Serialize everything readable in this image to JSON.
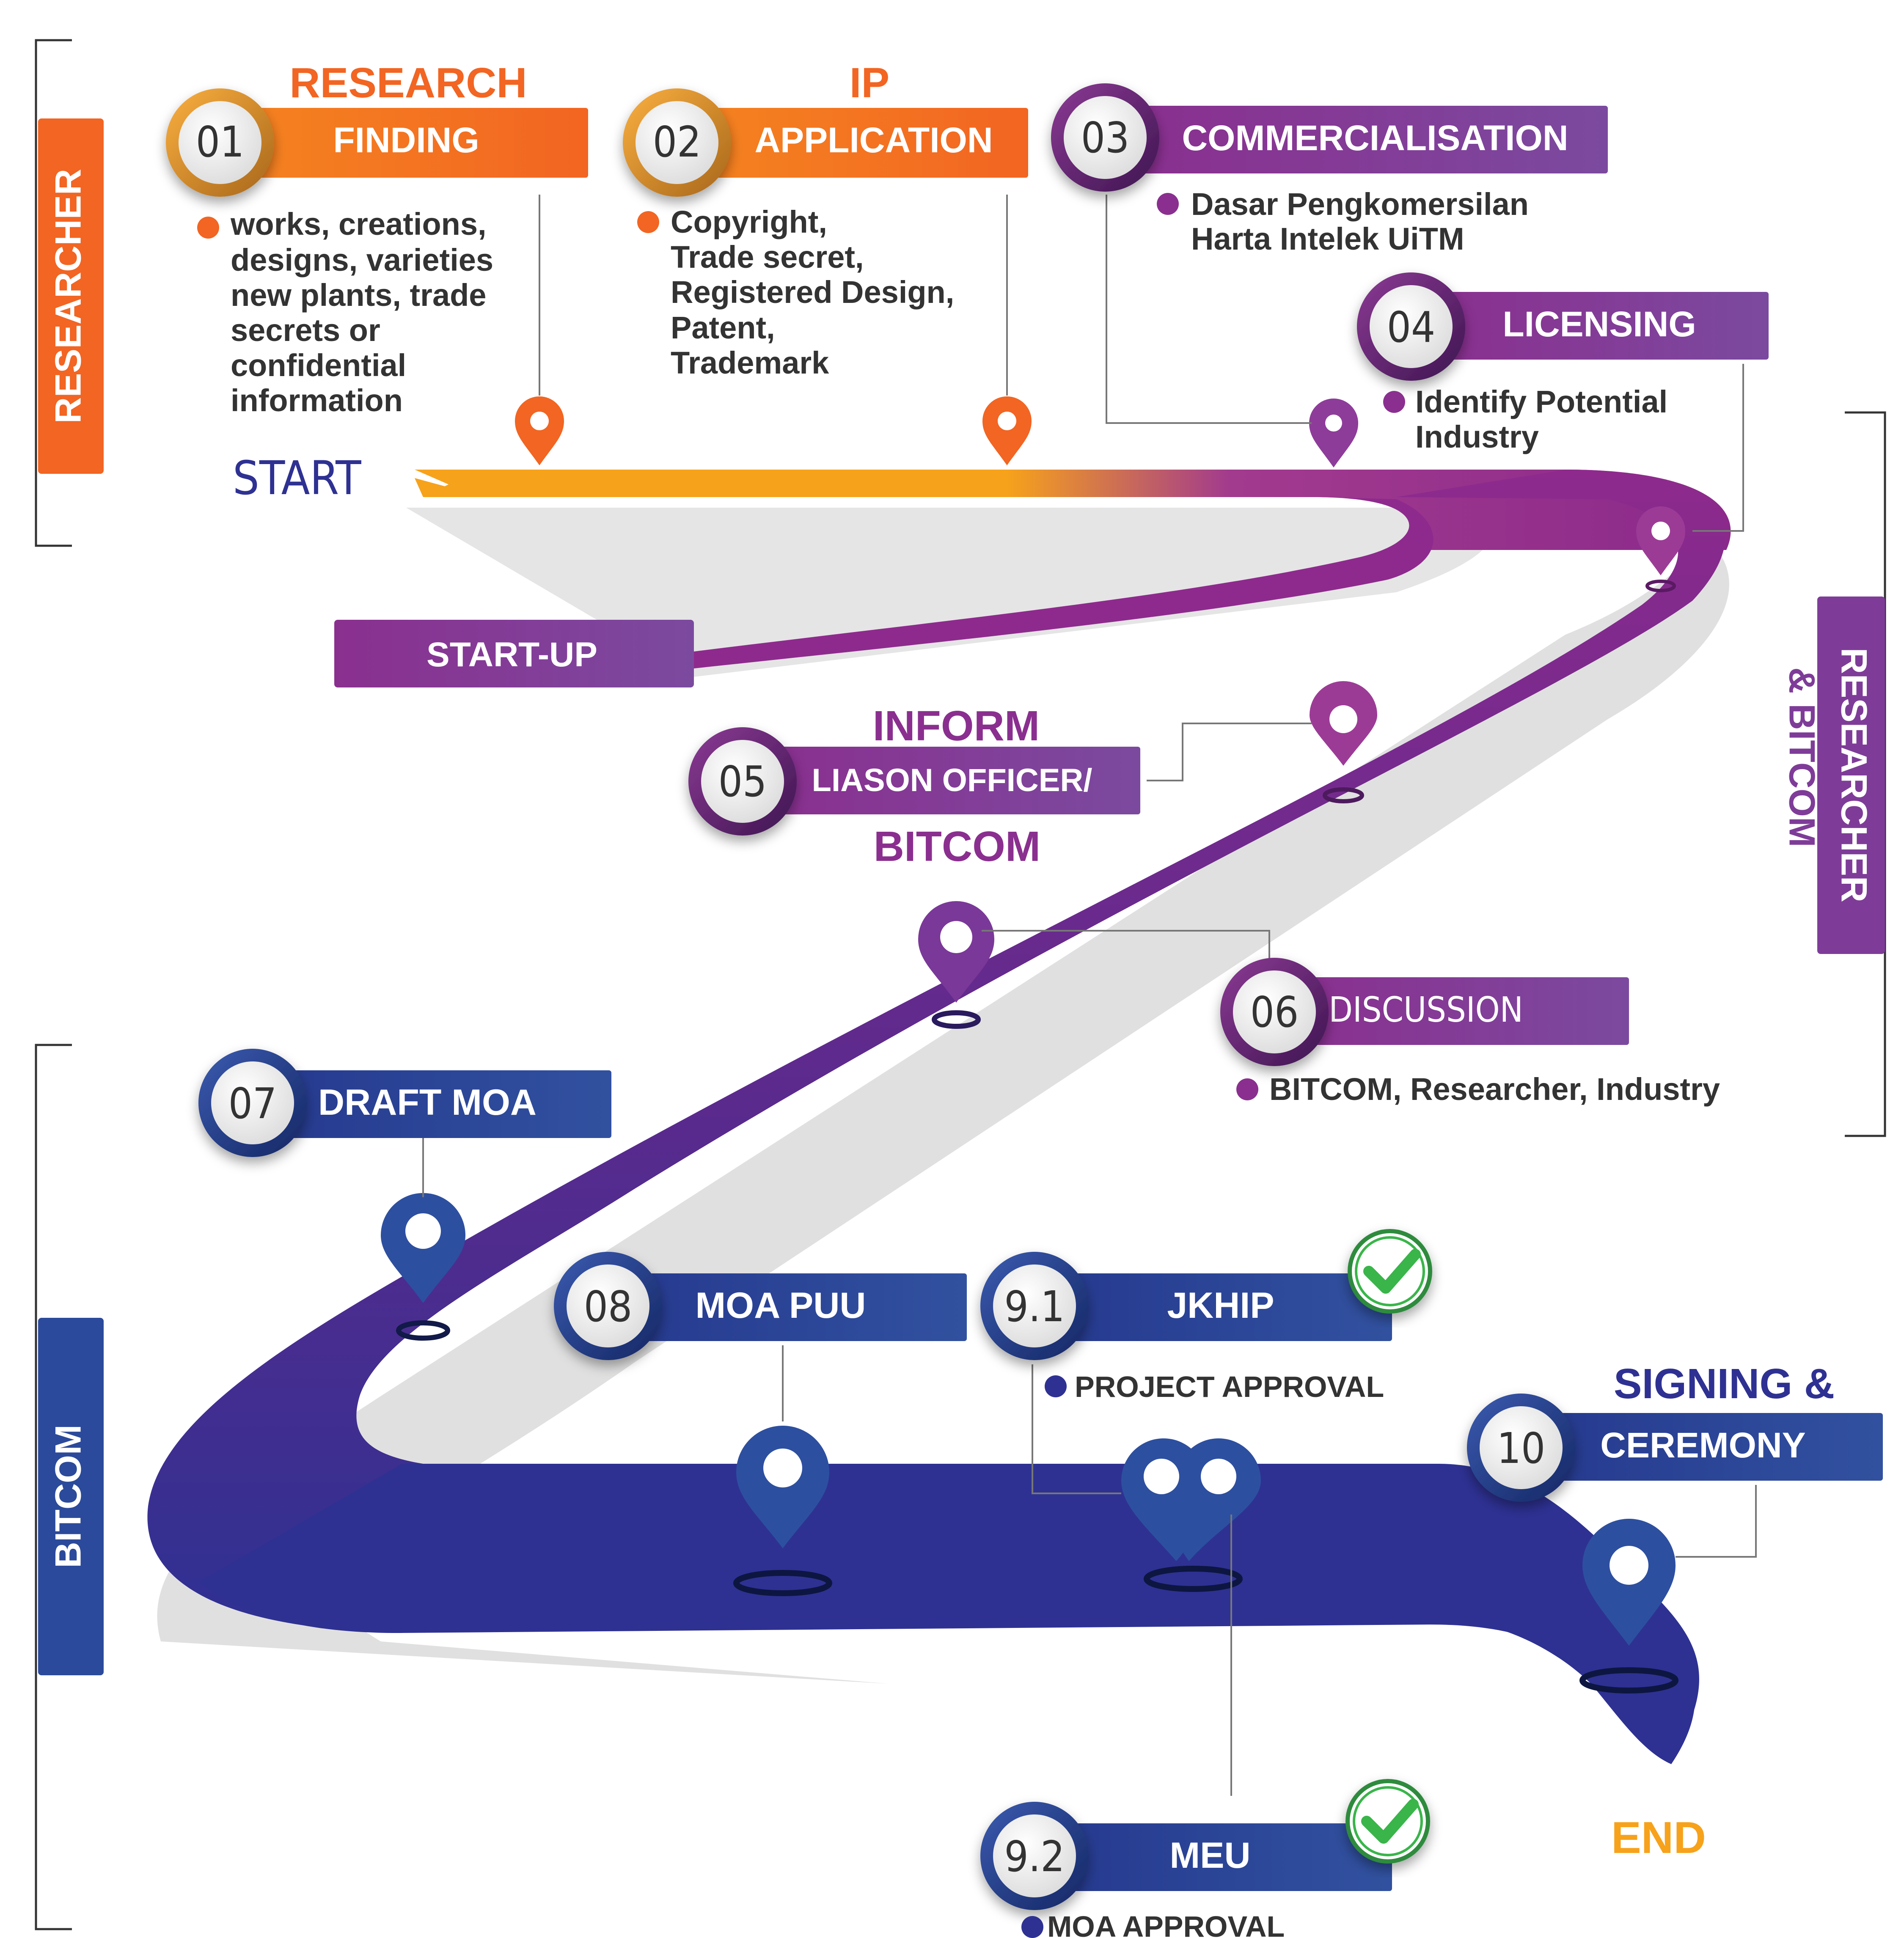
{
  "start_label": "START",
  "end_label": "END",
  "start_up_label": "START-UP",
  "side_labels": {
    "researcher": "RESEARCHER",
    "researcher_bitcom_line1": "RESEARCHER",
    "researcher_bitcom_line2": "& BITCOM",
    "bitcom": "BITCOM"
  },
  "steps": [
    {
      "num": "01",
      "title_top": "RESEARCH",
      "title": "FINDING",
      "details": [
        "works, creations,",
        "designs, varieties",
        "new plants, trade",
        "secrets or",
        "confidential",
        "information"
      ]
    },
    {
      "num": "02",
      "title_top": "IP",
      "title": "APPLICATION",
      "details": [
        "Copyright,",
        "Trade secret,",
        "Registered Design,",
        "Patent,",
        "Trademark"
      ]
    },
    {
      "num": "03",
      "title": "COMMERCIALISATION",
      "details": [
        "Dasar Pengkomersilan",
        "Harta Intelek UiTM"
      ]
    },
    {
      "num": "04",
      "title": "LICENSING",
      "details": [
        "Identify Potential",
        "Industry"
      ]
    },
    {
      "num": "05",
      "title_top": "INFORM",
      "title": "LIASON OFFICER/",
      "title_bottom": "BITCOM"
    },
    {
      "num": "06",
      "title": "DISCUSSION",
      "details": [
        "BITCOM, Researcher, Industry"
      ]
    },
    {
      "num": "07",
      "title": "DRAFT MOA"
    },
    {
      "num": "08",
      "title": "MOA PUU"
    },
    {
      "num": "9.1",
      "title": "JKHIP",
      "details": [
        "PROJECT APPROVAL"
      ]
    },
    {
      "num": "9.2",
      "title": "MEU",
      "details": [
        "MOA APPROVAL"
      ]
    },
    {
      "num": "10",
      "title_top": "SIGNING &",
      "title": "CEREMONY"
    }
  ],
  "colors": {
    "orange": "#f26522",
    "orange_light": "#f7a21b",
    "purple": "#8a2f8f",
    "purple_label": "#7e3c98",
    "blue": "#2e3192",
    "blue_label": "#2b4a9b",
    "navy_text": "#2e3192",
    "text": "#333333",
    "check_green": "#39b54a"
  }
}
